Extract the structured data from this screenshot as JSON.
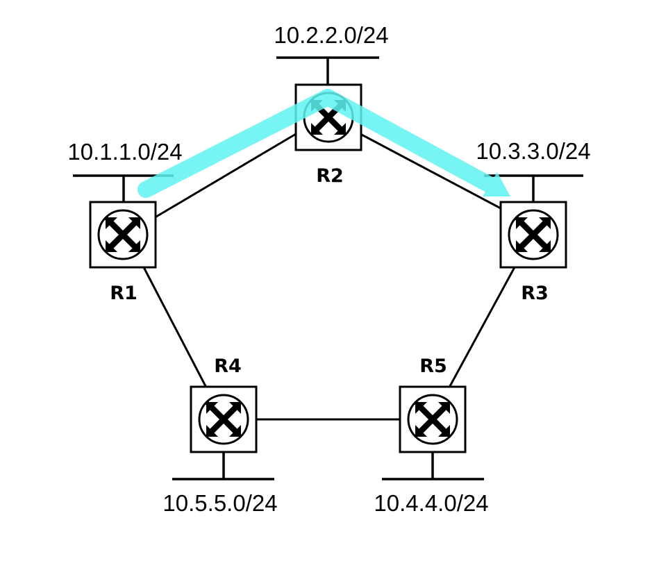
{
  "routers": [
    {
      "id": "R1",
      "label": "R1"
    },
    {
      "id": "R2",
      "label": "R2"
    },
    {
      "id": "R3",
      "label": "R3"
    },
    {
      "id": "R4",
      "label": "R4"
    },
    {
      "id": "R5",
      "label": "R5"
    }
  ],
  "subnets": [
    {
      "router": "R1",
      "label": "10.1.1.0/24"
    },
    {
      "router": "R2",
      "label": "10.2.2.0/24"
    },
    {
      "router": "R3",
      "label": "10.3.3.0/24"
    },
    {
      "router": "R5",
      "label": "10.4.4.0/24"
    },
    {
      "router": "R4",
      "label": "10.5.5.0/24"
    }
  ],
  "links": [
    [
      "R1",
      "R2"
    ],
    [
      "R2",
      "R3"
    ],
    [
      "R1",
      "R4"
    ],
    [
      "R4",
      "R5"
    ],
    [
      "R5",
      "R3"
    ]
  ],
  "highlighted_path": {
    "routers": [
      "R1",
      "R2",
      "R3"
    ],
    "color": "#5ff2f2"
  },
  "colors": {
    "line": "#000000",
    "background": "#ffffff",
    "icon": "router-cross-arrows-icon"
  }
}
